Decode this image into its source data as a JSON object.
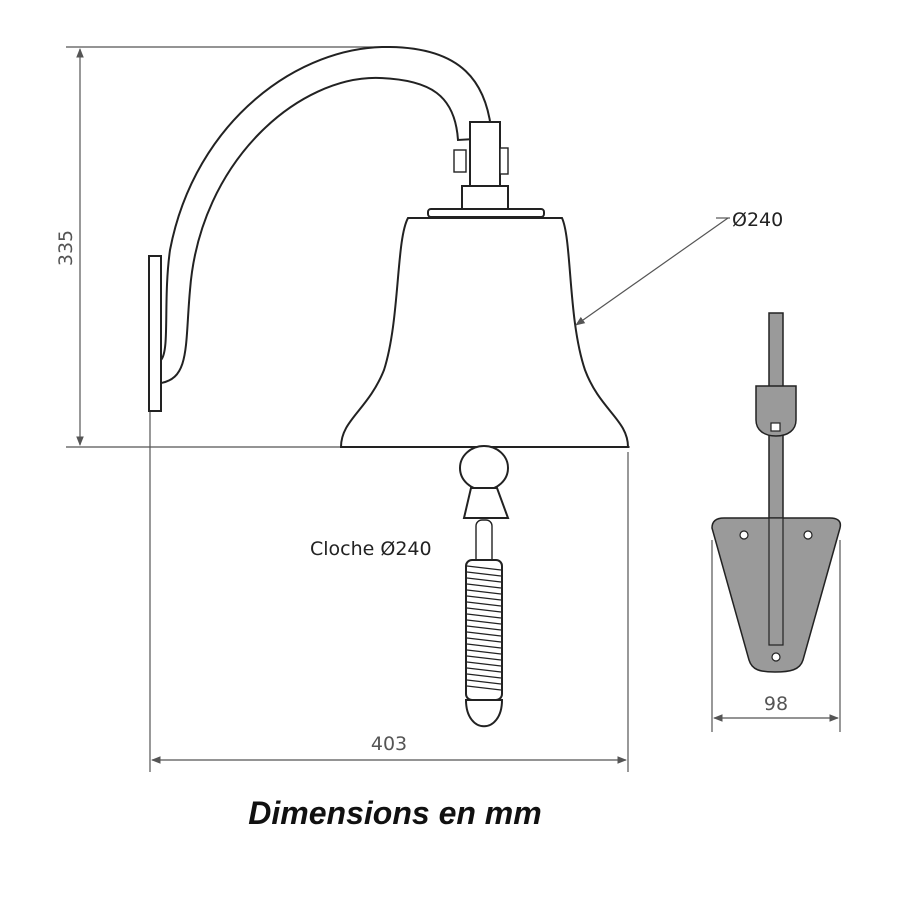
{
  "dimensions": {
    "height": "335",
    "width": "403",
    "bell_diameter": "Ø240",
    "bracket_width": "98"
  },
  "labels": {
    "bell": "Cloche Ø240"
  },
  "caption": "Dimensions en mm",
  "colors": {
    "line": "#555555",
    "outline": "#222222",
    "plate_fill": "#9a9a9a"
  }
}
